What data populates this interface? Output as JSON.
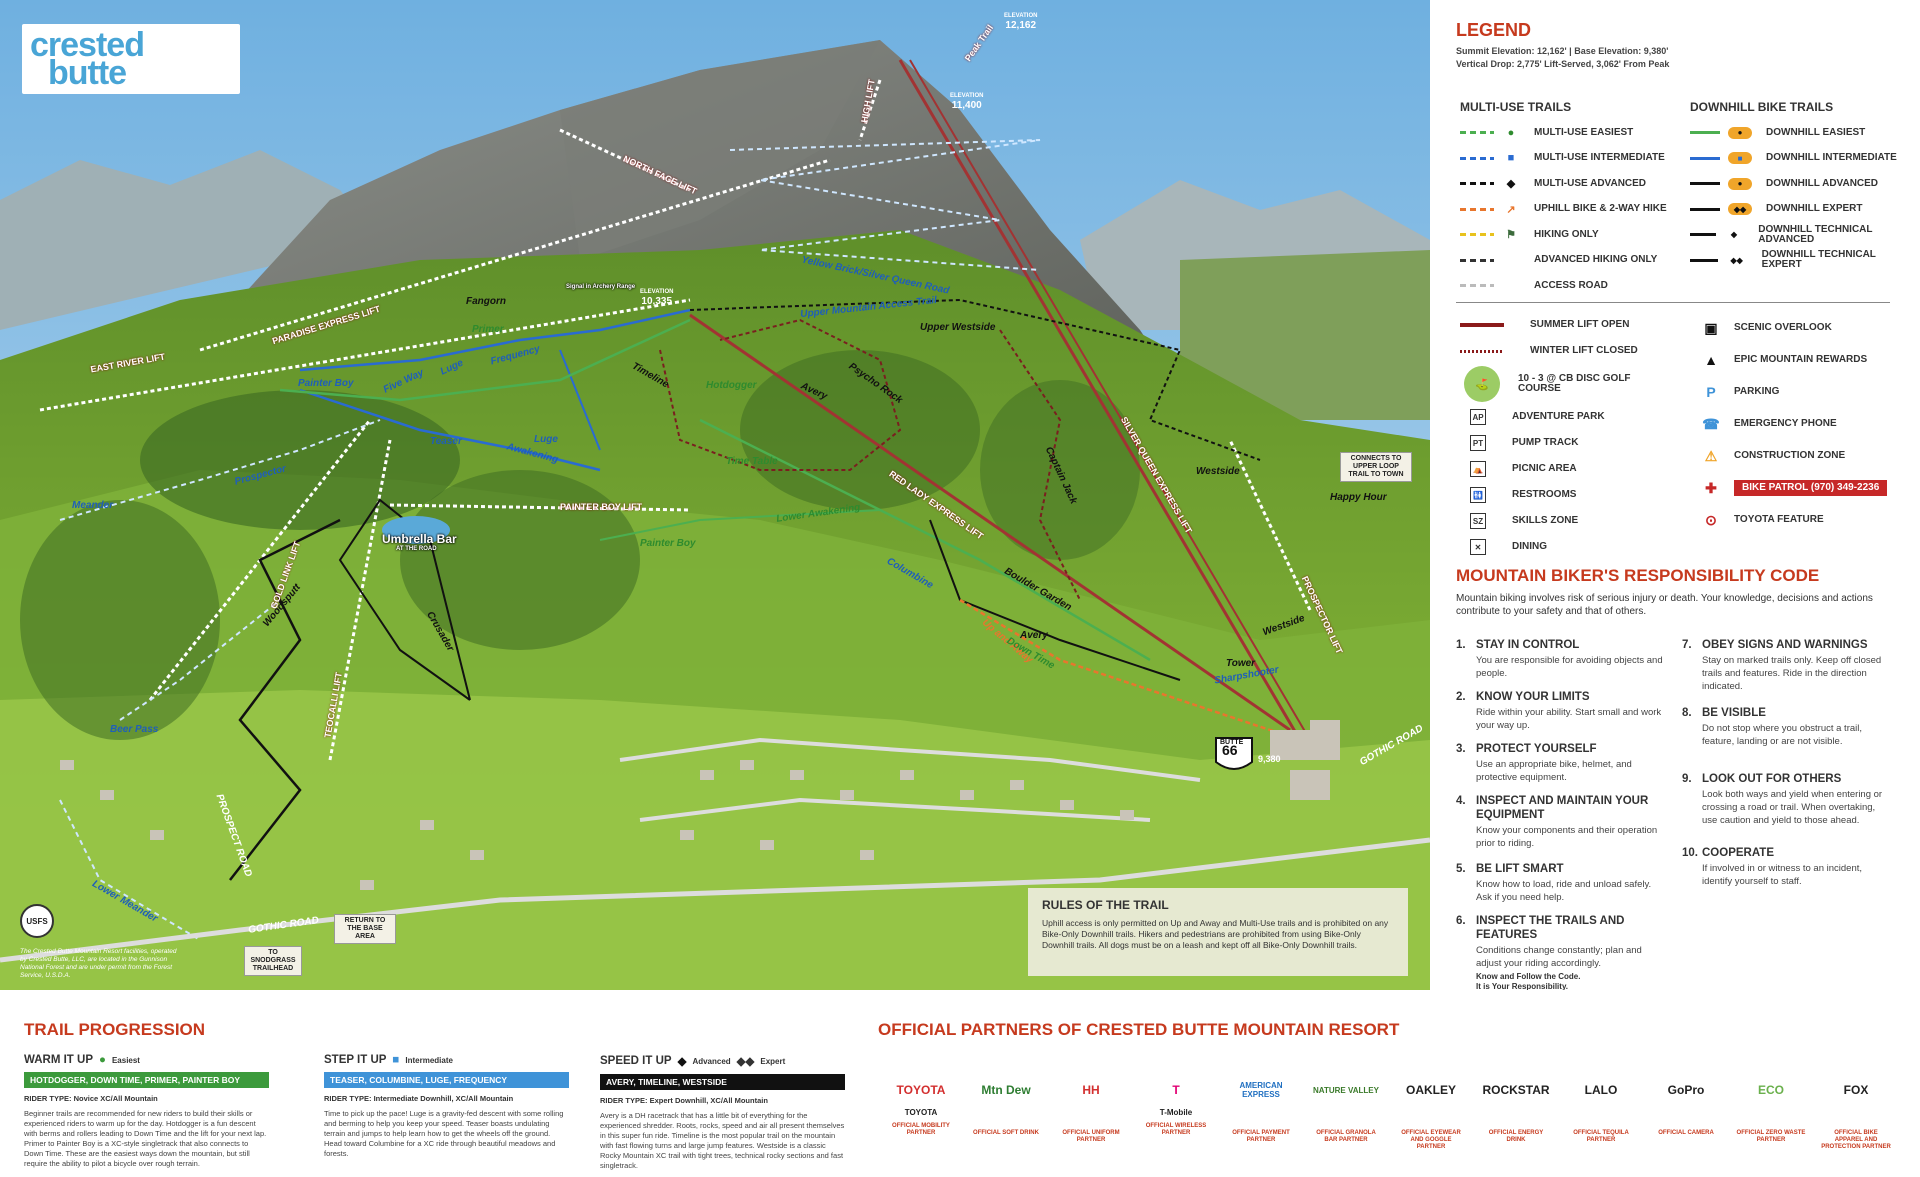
{
  "logo": {
    "line1": "crested",
    "line2": "butte"
  },
  "elevations": {
    "summit": {
      "label": "ELEVATION",
      "value": "12,162"
    },
    "mid": {
      "label": "ELEVATION",
      "value": "11,400"
    },
    "lift_top": {
      "label": "ELEVATION",
      "value": "10,335"
    },
    "base": "9,380"
  },
  "map_labels": {
    "peak_trail": "Peak Trail",
    "high_lift": "HIGH LIFT",
    "north_face_lift": "NORTH FACE LIFT",
    "paradise_express": "PARADISE EXPRESS LIFT",
    "east_river": "EAST RIVER LIFT",
    "red_lady_express": "RED LADY EXPRESS LIFT",
    "silver_queen_express": "SILVER QUEEN EXPRESS LIFT",
    "painter_boy_lift": "PAINTER BOY LIFT",
    "gold_link": "GOLD LINK LIFT",
    "teocalli": "TEOCALLI LIFT",
    "prospector_lift": "PROSPECTOR LIFT",
    "yellow_brick": "Yellow Brick/Silver Queen Road",
    "upper_mountain": "Upper Mountain Access Trail",
    "upper_westside": "Upper Westside",
    "fangorn": "Fangorn",
    "primer": "Primer",
    "five_way": "Five Way",
    "luge_top": "Luge",
    "frequency": "Frequency",
    "painter_boy": "Painter Boy",
    "teaser": "Teaser",
    "luge": "Luge",
    "awakening": "Awakening",
    "prospector": "Prospector",
    "meander": "Meander",
    "timeline": "Timeline",
    "hotdogger": "Hotdogger",
    "avery": "Avery",
    "psycho_rock": "Psycho Rock",
    "time_table": "Time Table",
    "lower_awakening": "Lower Awakening",
    "painter_boy_lower": "Painter Boy",
    "columbine": "Columbine",
    "captain_jack": "Captain Jack",
    "westside": "Westside",
    "happy_hour": "Happy Hour",
    "boulder_garden": "Boulder Garden",
    "up_and_away": "Up and Away",
    "down_time": "Down Time",
    "avery_lower": "Avery",
    "westside_lower": "Westside",
    "tower": "Tower",
    "sharpshooter": "Sharpshooter",
    "woodsputt": "Woodsputt",
    "crusader": "Crusader",
    "beer_pass": "Beer Pass",
    "lower_meander": "Lower Meander",
    "gothic_road": "GOTHIC ROAD",
    "gothic_road_right": "GOTHIC ROAD",
    "prospect_road": "PROSPECT ROAD",
    "umbrella_bar": "Umbrella Bar",
    "umbrella_sub": "AT THE ROAD",
    "base_area": "BASE AREA",
    "butte": "BUTTE",
    "butte_num": "66",
    "disc_golf": "Signal in Archery Range"
  },
  "map_boxes": {
    "connects": "CONNECTS TO UPPER LOOP TRAIL TO TOWN",
    "return_base": "RETURN TO THE BASE AREA",
    "snodgrass": "TO SNODGRASS TRAILHEAD"
  },
  "forest_note": "The Crested Butte Mountain Resort facilities, operated by Crested Butte, LLC, are located in the Gunnison National Forest and are under permit from the Forest Service, U.S.D.A.",
  "rules": {
    "title": "RULES OF THE TRAIL",
    "text": "Uphill access is only permitted on Up and Away and Multi-Use trails and is prohibited on any Bike-Only Downhill trails. Hikers and pedestrians are prohibited from using Bike-Only Downhill trails. All dogs must be on a leash and kept off all Bike-Only Downhill trails."
  },
  "legend": {
    "title": "LEGEND",
    "summit": "Summit Elevation: 12,162' | Base Elevation: 9,380'",
    "vertical": "Vertical Drop: 2,775' Lift-Served, 3,062' From Peak",
    "multi_title": "MULTI-USE TRAILS",
    "downhill_title": "DOWNHILL BIKE TRAILS",
    "multi": [
      {
        "label": "MULTI-USE EASIEST",
        "color": "#4caf50",
        "icon": "green-circle-icon"
      },
      {
        "label": "MULTI-USE INTERMEDIATE",
        "color": "#2a6bd1",
        "icon": "blue-square-icon"
      },
      {
        "label": "MULTI-USE ADVANCED",
        "color": "#111111",
        "icon": "black-diamond-icon"
      },
      {
        "label": "UPHILL BIKE & 2-WAY HIKE",
        "color": "#e8762d",
        "icon": "uphill-icon"
      },
      {
        "label": "HIKING ONLY",
        "color": "#e8c21d",
        "icon": "hiker-icon"
      },
      {
        "label": "ADVANCED HIKING ONLY",
        "color": "#333333",
        "icon": "none"
      },
      {
        "label": "ACCESS ROAD",
        "color": "#bbbbbb",
        "icon": "none"
      }
    ],
    "downhill": [
      {
        "label": "DOWNHILL EASIEST",
        "color": "#4caf50"
      },
      {
        "label": "DOWNHILL INTERMEDIATE",
        "color": "#2a6bd1"
      },
      {
        "label": "DOWNHILL ADVANCED",
        "color": "#111111"
      },
      {
        "label": "DOWNHILL EXPERT",
        "color": "#111111"
      },
      {
        "label": "DOWNHILL TECHNICAL ADVANCED",
        "color": "#111111"
      },
      {
        "label": "DOWNHILL TECHNICAL EXPERT",
        "color": "#111111"
      }
    ],
    "lifts": [
      {
        "label": "SUMMER LIFT OPEN",
        "color": "#8b1a1a"
      },
      {
        "label": "WINTER LIFT CLOSED",
        "color": "#8b1a1a"
      },
      {
        "label": "10 - 3 @ CB DISC GOLF COURSE",
        "icon": "disc-golf-icon"
      },
      {
        "label": "ADVENTURE PARK",
        "icon": "AP"
      },
      {
        "label": "PUMP TRACK",
        "icon": "PT"
      },
      {
        "label": "PICNIC AREA",
        "icon": "picnic-icon"
      },
      {
        "label": "RESTROOMS",
        "icon": "restroom-icon"
      },
      {
        "label": "SKILLS ZONE",
        "icon": "SZ"
      },
      {
        "label": "DINING",
        "icon": "dining-icon"
      }
    ],
    "services": [
      {
        "label": "SCENIC OVERLOOK",
        "icon": "camera-icon"
      },
      {
        "label": "EPIC MOUNTAIN REWARDS",
        "icon": "mountain-icon"
      },
      {
        "label": "PARKING",
        "icon": "parking-icon"
      },
      {
        "label": "EMERGENCY PHONE",
        "icon": "phone-icon"
      },
      {
        "label": "CONSTRUCTION ZONE",
        "icon": "construction-icon"
      },
      {
        "label": "BIKE PATROL (970) 349-2236",
        "icon": "cross-icon"
      },
      {
        "label": "TOYOTA FEATURE",
        "icon": "toyota-icon"
      }
    ]
  },
  "code": {
    "title": "MOUNTAIN BIKER'S RESPONSIBILITY CODE",
    "intro": "Mountain biking involves risk of serious injury or death. Your knowledge, decisions and actions contribute to your safety and that of others.",
    "items": [
      {
        "n": "1.",
        "t": "STAY IN CONTROL",
        "d": "You are responsible for avoiding objects and people."
      },
      {
        "n": "2.",
        "t": "KNOW YOUR LIMITS",
        "d": "Ride within your ability. Start small and work your way up."
      },
      {
        "n": "3.",
        "t": "PROTECT YOURSELF",
        "d": "Use an appropriate bike, helmet, and protective equipment."
      },
      {
        "n": "4.",
        "t": "INSPECT AND MAINTAIN YOUR EQUIPMENT",
        "d": "Know your components and their operation prior to riding."
      },
      {
        "n": "5.",
        "t": "BE LIFT SMART",
        "d": "Know how to load, ride and unload safely. Ask if you need help."
      },
      {
        "n": "6.",
        "t": "INSPECT THE TRAILS AND FEATURES",
        "d": "Conditions change constantly; plan and adjust your riding accordingly."
      },
      {
        "n": "7.",
        "t": "OBEY SIGNS AND WARNINGS",
        "d": "Stay on marked trails only. Keep off closed trails and features. Ride in the direction indicated."
      },
      {
        "n": "8.",
        "t": "BE VISIBLE",
        "d": "Do not stop where you obstruct a trail, feature, landing or are not visible."
      },
      {
        "n": "9.",
        "t": "LOOK OUT FOR OTHERS",
        "d": "Look both ways and yield when entering or crossing a road or trail. When overtaking, use caution and yield to those ahead."
      },
      {
        "n": "10.",
        "t": "COOPERATE",
        "d": "If involved in or witness to an incident, identify yourself to staff."
      }
    ],
    "foot1": "Know and Follow the Code.",
    "foot2": "It is Your Responsibility."
  },
  "progression": {
    "title": "TRAIL PROGRESSION",
    "steps": [
      {
        "head": "WARM IT UP",
        "level": "Easiest",
        "color": "#3c9a3c",
        "bar": "HOTDOGGER, DOWN TIME, PRIMER, PAINTER BOY",
        "rider": "RIDER TYPE: Novice XC/All Mountain",
        "desc": "Beginner trails are recommended for new riders to build their skills or experienced riders to warm up for the day. Hotdogger is a fun descent with berms and rollers leading to Down Time and the lift for your next lap. Primer to Painter Boy is a XC-style singletrack that also connects to Down Time. These are the easiest ways down the mountain, but still require the ability to pilot a bicycle over rough terrain."
      },
      {
        "head": "STEP IT UP",
        "level": "Intermediate",
        "color": "#3f93d8",
        "bar": "TEASER, COLUMBINE, LUGE, FREQUENCY",
        "rider": "RIDER TYPE: Intermediate Downhill, XC/All Mountain",
        "desc": "Time to pick up the pace! Luge is a gravity-fed descent with some rolling and berming to help you keep your speed. Teaser boasts undulating terrain and jumps to help learn how to get the wheels off the ground. Head toward Columbine for a XC ride through beautiful meadows and forests."
      },
      {
        "head": "SPEED IT UP",
        "level": "Advanced",
        "level2": "Expert",
        "color": "#111111",
        "bar": "AVERY, TIMELINE, WESTSIDE",
        "rider": "RIDER TYPE: Expert Downhill, XC/All Mountain",
        "desc": "Avery is a DH racetrack that has a little bit of everything for the experienced shredder. Roots, rocks, speed and air all present themselves in this super fun ride. Timeline is the most popular trail on the mountain with fast flowing turns and large jump features. Westside is a classic Rocky Mountain XC trail with tight trees, technical rocky sections and fast singletrack."
      }
    ]
  },
  "partners": {
    "title": "OFFICIAL PARTNERS OF CRESTED BUTTE MOUNTAIN RESORT",
    "items": [
      {
        "logo": "TOYOTA",
        "name": "TOYOTA",
        "role": "OFFICIAL MOBILITY PARTNER",
        "color": "#d32f2f"
      },
      {
        "logo": "Mtn Dew",
        "name": "",
        "role": "OFFICIAL SOFT DRINK",
        "color": "#2e7d32"
      },
      {
        "logo": "HH",
        "name": "",
        "role": "OFFICIAL UNIFORM PARTNER",
        "color": "#d32f2f"
      },
      {
        "logo": "T",
        "name": "T-Mobile",
        "role": "OFFICIAL WIRELESS PARTNER",
        "color": "#e20074"
      },
      {
        "logo": "AMERICAN EXPRESS",
        "name": "",
        "role": "OFFICIAL PAYMENT PARTNER",
        "color": "#1f6fc1"
      },
      {
        "logo": "NATURE VALLEY",
        "name": "",
        "role": "OFFICIAL GRANOLA BAR PARTNER",
        "color": "#3a7a2a"
      },
      {
        "logo": "OAKLEY",
        "name": "",
        "role": "OFFICIAL EYEWEAR AND GOGGLE PARTNER",
        "color": "#222222"
      },
      {
        "logo": "ROCKSTAR",
        "name": "",
        "role": "OFFICIAL ENERGY DRINK",
        "color": "#222222"
      },
      {
        "logo": "LALO",
        "name": "",
        "role": "OFFICIAL TEQUILA PARTNER",
        "color": "#222222"
      },
      {
        "logo": "GoPro",
        "name": "",
        "role": "OFFICIAL CAMERA",
        "color": "#222222"
      },
      {
        "logo": "ECO",
        "name": "",
        "role": "OFFICIAL ZERO WASTE PARTNER",
        "color": "#6ab04c"
      },
      {
        "logo": "FOX",
        "name": "",
        "role": "OFFICIAL BIKE APPAREL AND PROTECTION PARTNER",
        "color": "#222222"
      }
    ]
  }
}
